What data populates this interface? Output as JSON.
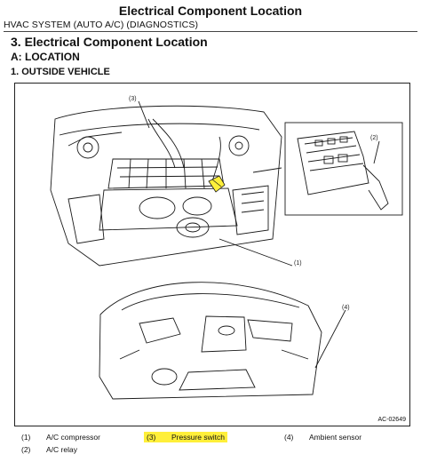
{
  "header": {
    "title": "Electrical Component Location",
    "subtitle": "HVAC SYSTEM (AUTO A/C) (DIAGNOSTICS)"
  },
  "section": {
    "heading": "3.  Electrical Component Location",
    "subheading": "A:  LOCATION",
    "subsubheading": "1.  OUTSIDE VEHICLE"
  },
  "figure": {
    "callouts": {
      "c1": "(1)",
      "c2": "(2)",
      "c3": "(3)",
      "c4": "(4)"
    },
    "code": "AC-02649",
    "highlight_color": "#ffef3a"
  },
  "legend": [
    {
      "num": "(1)",
      "label": "A/C compressor",
      "highlighted": false
    },
    {
      "num": "(2)",
      "label": "A/C relay",
      "highlighted": false
    },
    {
      "num": "(3)",
      "label": "Pressure switch",
      "highlighted": true
    },
    {
      "num": "(4)",
      "label": "Ambient sensor",
      "highlighted": false
    }
  ]
}
